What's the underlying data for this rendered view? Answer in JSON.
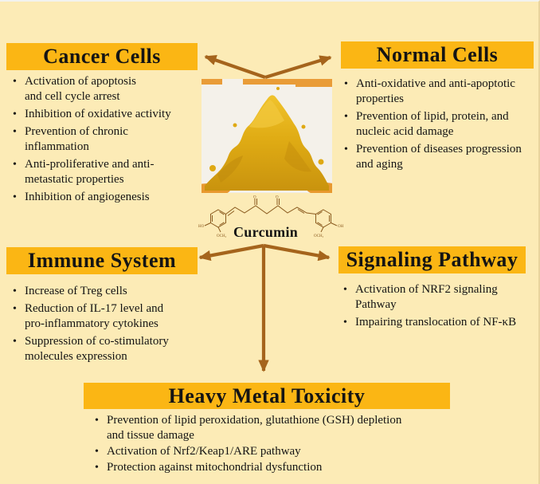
{
  "figure": {
    "center": {
      "label": "Curcumin",
      "image_alt": "curcumin powder pile",
      "structure_alt": "curcumin chemical structure"
    },
    "colors": {
      "background": "#FCEBB6",
      "header_box": "#FBB614",
      "arrow": "#A5641C",
      "text": "#141414",
      "powder_gold": "#DFA913"
    },
    "sections": {
      "cancer": {
        "title": "Cancer Cells",
        "bullets": [
          "Activation of apoptosis\nand cell cycle arrest",
          "Inhibition of oxidative activity",
          "Prevention of chronic\ninflammation",
          "Anti-proliferative and anti-\nmetastatic properties",
          "Inhibition of angiogenesis"
        ]
      },
      "normal": {
        "title": "Normal Cells",
        "bullets": [
          "Anti-oxidative and anti-apoptotic\nproperties",
          "Prevention of lipid, protein, and\nnucleic acid damage",
          "Prevention of diseases progression\nand aging"
        ]
      },
      "immune": {
        "title": "Immune System",
        "bullets": [
          "Increase of Treg cells",
          "Reduction of IL-17 level and\npro-inflammatory cytokines",
          "Suppression of co-stimulatory\nmolecules expression"
        ]
      },
      "signaling": {
        "title": "Signaling Pathway",
        "bullets": [
          "Activation of NRF2 signaling\nPathway",
          "Impairing translocation of NF-κB"
        ]
      },
      "heavy": {
        "title": "Heavy Metal Toxicity",
        "bullets": [
          "Prevention of lipid peroxidation, glutathione (GSH) depletion\nand tissue damage",
          "Activation of Nrf2/Keap1/ARE pathway",
          "Protection against mitochondrial dysfunction"
        ]
      }
    }
  }
}
